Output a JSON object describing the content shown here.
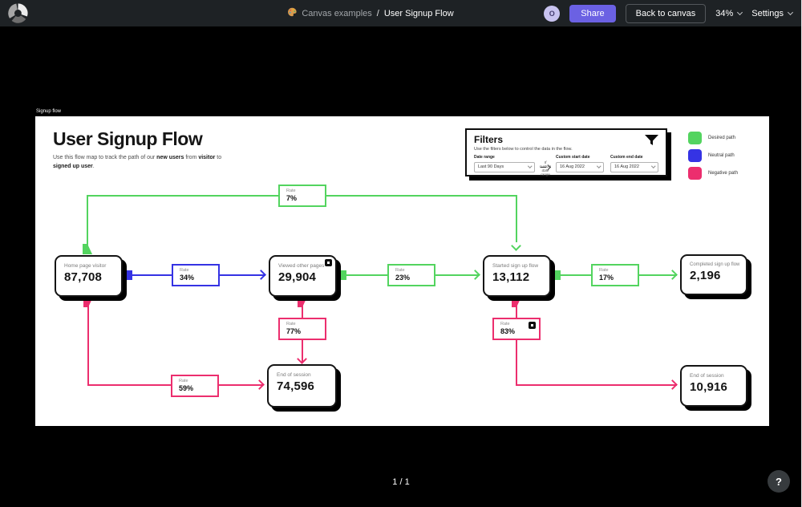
{
  "topbar": {
    "breadcrumb": {
      "app_icon": "palette-icon",
      "section": "Canvas examples",
      "separator": "/",
      "page": "User Signup Flow"
    },
    "avatar_initial": "O",
    "share": "Share",
    "back_to_canvas": "Back to canvas",
    "zoom": "34%",
    "settings": "Settings"
  },
  "frame": {
    "label": "Signup flow"
  },
  "doc": {
    "title": "User Signup Flow",
    "subtitle": {
      "t1": "Use this flow map to track the path of our ",
      "b1": "new users",
      "t2": " from ",
      "b2": "visitor",
      "t3": " to ",
      "b3": "signed up user",
      "t4": "."
    }
  },
  "filters": {
    "title": "Filters",
    "icon": "funnel-icon",
    "description": "Use the filters below to control the data in the flow.",
    "date_range": {
      "label": "Date range",
      "value": "Last 90 Days"
    },
    "conditional_note": "If custom date range",
    "custom_start": {
      "label": "Custom start date",
      "value": "16 Aug 2022"
    },
    "custom_end": {
      "label": "Custom end date",
      "value": "16 Aug 2022"
    }
  },
  "legend": {
    "items": [
      {
        "label": "Desired path",
        "color": "#53d45f"
      },
      {
        "label": "Neutral path",
        "color": "#3533e4"
      },
      {
        "label": "Negative path",
        "color": "#ec2e6e"
      }
    ]
  },
  "flow": {
    "nodes": [
      {
        "label": "Home page visitor",
        "value": "87,708"
      },
      {
        "label": "Viewed other pages",
        "value": "29,904",
        "badge_icon": "note-badge"
      },
      {
        "label": "Started sign up flow",
        "value": "13,112"
      },
      {
        "label": "Completed sign up flow",
        "value": "2,196"
      },
      {
        "label": "End of session",
        "value": "74,596"
      },
      {
        "label": "End of session",
        "value": "10,916"
      }
    ],
    "rates": [
      {
        "label": "Rate",
        "value": "7%",
        "path_type": "desired"
      },
      {
        "label": "Rate",
        "value": "34%",
        "path_type": "neutral"
      },
      {
        "label": "Rate",
        "value": "23%",
        "path_type": "desired"
      },
      {
        "label": "Rate",
        "value": "17%",
        "path_type": "desired"
      },
      {
        "label": "Rate",
        "value": "77%",
        "path_type": "negative"
      },
      {
        "label": "Rate",
        "value": "83%",
        "path_type": "negative",
        "badge_icon": "note-badge"
      },
      {
        "label": "Rate",
        "value": "59%",
        "path_type": "negative"
      }
    ]
  },
  "colors": {
    "accent": "#6b61e3",
    "desired": "#53d45f",
    "neutral": "#3533e4",
    "negative": "#ec2e6e"
  },
  "footer": {
    "page_indicator": "1 / 1",
    "help": "?"
  }
}
